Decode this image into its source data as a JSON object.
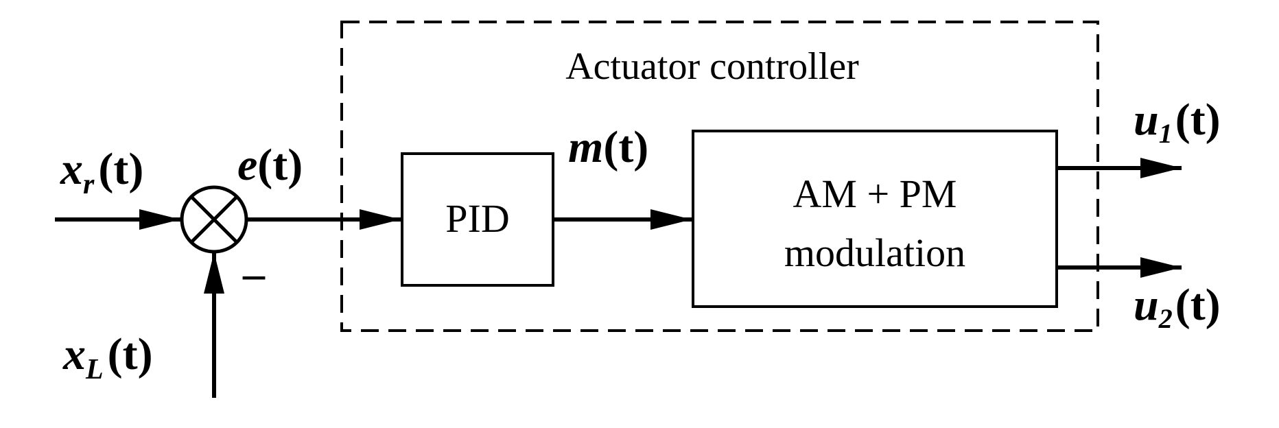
{
  "controller": {
    "label": "Actuator controller"
  },
  "blocks": {
    "pid": {
      "label": "PID"
    },
    "modulation": {
      "line1": "AM + PM",
      "line2": "modulation"
    }
  },
  "summing_junction": {
    "minus_sign": "–"
  },
  "signals": {
    "reference": {
      "symbol": "x",
      "subscript": "r",
      "argument": "(t)"
    },
    "load": {
      "symbol": "x",
      "subscript": "L",
      "argument": "(t)"
    },
    "error": {
      "symbol": "e",
      "argument": "(t)"
    },
    "control": {
      "symbol": "m",
      "argument": "(t)"
    },
    "output1": {
      "symbol": "u",
      "subscript": "1",
      "argument": "(t)"
    },
    "output2": {
      "symbol": "u",
      "subscript": "2",
      "argument": "(t)"
    }
  },
  "colors": {
    "stroke": "#000000",
    "background": "#ffffff"
  }
}
